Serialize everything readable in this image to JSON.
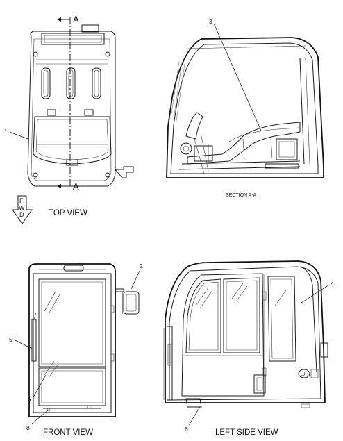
{
  "views": {
    "top": "TOP VIEW",
    "section": "SECTION A-A",
    "front": "FRONT VIEW",
    "side": "LEFT SIDE VIEW"
  },
  "cut_line": {
    "top_letter": "A",
    "bottom_letter": "A"
  },
  "fwd_arrow": {
    "letters": [
      "F",
      "W",
      "D"
    ]
  },
  "callouts": [
    "1",
    "2",
    "3",
    "4",
    "5",
    "6",
    "7",
    "8"
  ]
}
